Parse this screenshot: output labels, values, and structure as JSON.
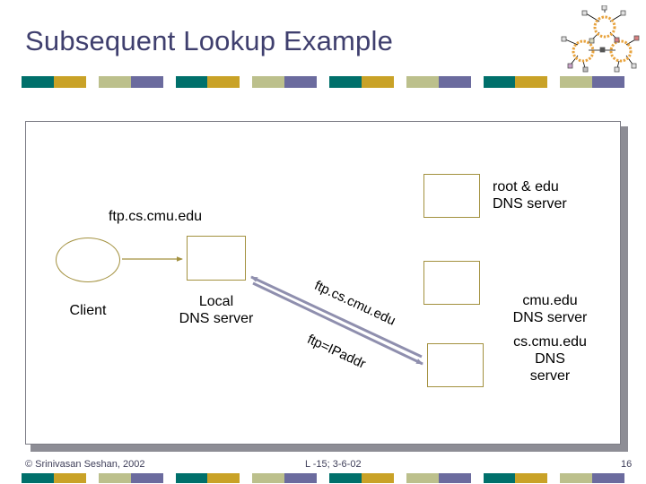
{
  "slide": {
    "title": "Subsequent Lookup Example",
    "title_color": "#3f3f6e",
    "background": "#ffffff"
  },
  "theme": {
    "bar_colors": [
      "#00706b",
      "#c9a227",
      "#bcc08c",
      "#6b6b9e"
    ],
    "bar_group_count": 4,
    "node_stroke": "#a3913f",
    "arrow_query_color": "#a3913f",
    "arrow_reply_color": "#8f8fae",
    "frame_border": "#7d7d86",
    "frame_shadow": "#8d8d95"
  },
  "logo": {
    "name": "network-graph-logo",
    "circle_color": "#e8a33d",
    "square_colors": [
      "#d9d9d9",
      "#c8a0c8",
      "#d98080",
      "#bfbfbf"
    ],
    "node_count": 3
  },
  "diagram": {
    "client": {
      "shape_name": "client-ellipse",
      "label": "Client"
    },
    "local_dns": {
      "shape_name": "local-dns-box",
      "label": "Local\nDNS server"
    },
    "root_edu_dns": {
      "shape_name": "root-edu-dns-box",
      "label": "root & edu\nDNS server"
    },
    "cmu_dns": {
      "shape_name": "cmu-dns-box",
      "label": "cmu.edu\nDNS server"
    },
    "cs_cmu_dns": {
      "shape_name": "cs-cmu-dns-box",
      "label": "cs.cmu.edu\nDNS\nserver"
    },
    "messages": {
      "client_query": "ftp.cs.cmu.edu",
      "outbound_query": "ftp.cs.cmu.edu",
      "inbound_reply": "ftp=IPaddr"
    }
  },
  "footer": {
    "copyright": "© Srinivasan Seshan, 2002",
    "lecture": "L -15; 3-6-02",
    "page_number": "16"
  }
}
